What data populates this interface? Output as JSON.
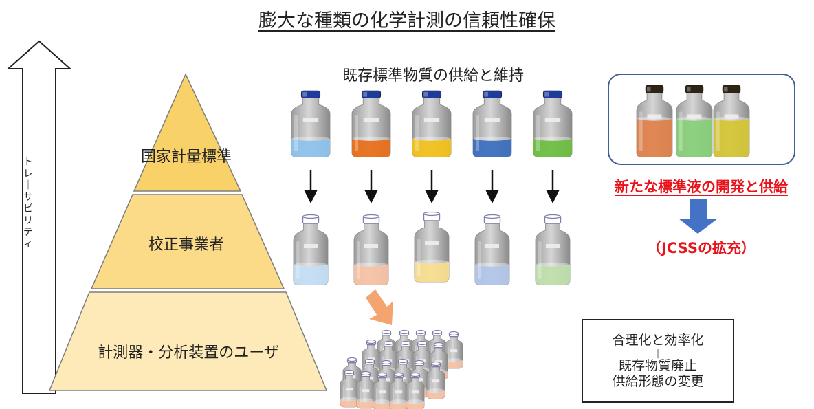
{
  "title": "膨大な種類の化学計測の信頼性確保",
  "pyramid": {
    "tiers": [
      {
        "label": "国家計量標準"
      },
      {
        "label": "校正事業者"
      },
      {
        "label": "計測器・分析装置のユーザ"
      }
    ],
    "traceability_label": "トレーサビリティ"
  },
  "existing": {
    "title": "既存標準物質の供給と維持",
    "liquid_colors": [
      "#8ec4ee",
      "#e8701a",
      "#f3c21a",
      "#3c6fc0",
      "#6cc040"
    ],
    "diluted_colors": [
      "#c6e0f6",
      "#f7c3a6",
      "#f9df90",
      "#b4c7ea",
      "#bfe0ac"
    ],
    "flow_arrow_color": "#f4a46f"
  },
  "new_standards": {
    "bottle_colors": [
      "#e0824b",
      "#86d07a",
      "#d6c636"
    ],
    "title": "新たな標準液の開発と供給",
    "arrow_color": "#4472c4",
    "result": "（JCSSの拡充）",
    "text_color": "#e8131b"
  },
  "policy": {
    "line1": "合理化と効率化",
    "equals": "‖",
    "line2": "既存物質廃止",
    "line3": "供給形態の変更"
  }
}
